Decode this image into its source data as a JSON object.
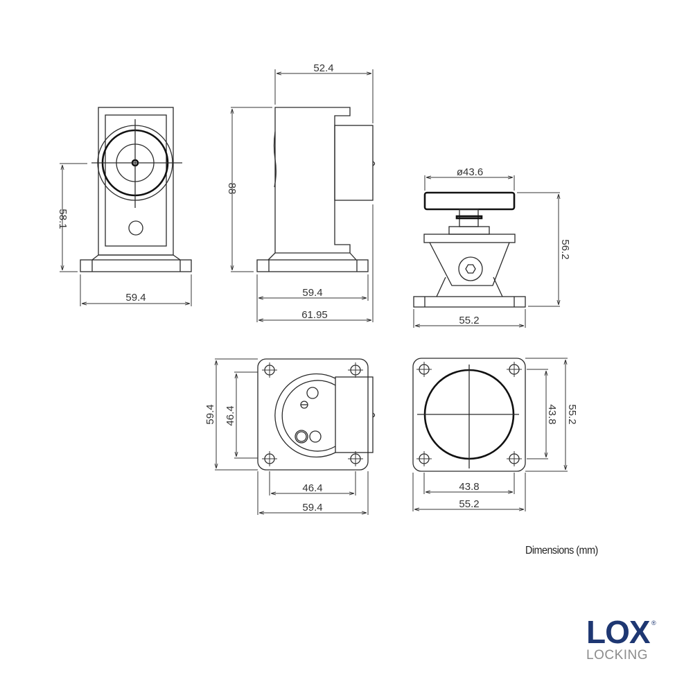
{
  "views": {
    "front": {
      "height_dim": "58.1",
      "width_dim": "59.4"
    },
    "side": {
      "height_dim": "88",
      "magnet_depth_dim": "52.4",
      "base_dim": "59.4",
      "overall_dim": "61.95"
    },
    "plate_side": {
      "disc_dim": "ø43.6",
      "height_dim": "56.2",
      "base_dim": "55.2"
    },
    "base_plan": {
      "outer_v_dim": "59.4",
      "holes_v_dim": "46.4",
      "holes_h_dim": "46.4",
      "outer_h_dim": "59.4"
    },
    "plate_plan": {
      "holes_v_dim": "43.8",
      "outer_v_dim": "55.2",
      "holes_h_dim": "43.8",
      "outer_h_dim": "55.2"
    }
  },
  "caption": "Dimensions (mm)",
  "logo": {
    "brand": "LOX",
    "reg": "®",
    "sub": "LOCKING",
    "brand_color": "#1e3772",
    "sub_color": "#8c8c8c"
  }
}
